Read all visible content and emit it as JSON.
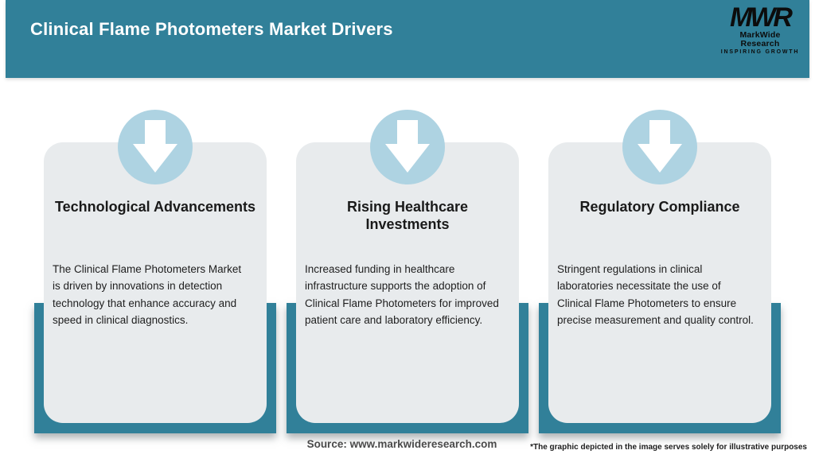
{
  "header": {
    "title": "Clinical Flame Photometers Market Drivers"
  },
  "logo": {
    "acronym": "MWR",
    "name": "MarkWide Research",
    "tagline": "INSPIRING GROWTH"
  },
  "cards": [
    {
      "title": "Technological Advancements",
      "description": "The Clinical Flame Photometers Market\nis driven by innovations in detection\ntechnology that enhance accuracy and\nspeed in clinical diagnostics."
    },
    {
      "title": "Rising Healthcare\nInvestments",
      "description": "Increased funding in healthcare\ninfrastructure supports the adoption of\nClinical Flame Photometers for improved\npatient care and laboratory efficiency."
    },
    {
      "title": "Regulatory Compliance",
      "description": "Stringent regulations in clinical\nlaboratories necessitate the use of\nClinical Flame Photometers to ensure\nprecise measurement and quality control."
    }
  ],
  "footer": {
    "source": "Source: www.markwideresearch.com",
    "disclaimer": "*The graphic depicted in the image serves solely for illustrative purposes"
  },
  "colors": {
    "header_teal": "#318099",
    "panel_teal": "#318099",
    "arrow_circle_blue": "#AED3E2",
    "card_gray": "#E8EBED",
    "title_text": "#1A1A1A",
    "header_text": "#FFFFFF"
  }
}
